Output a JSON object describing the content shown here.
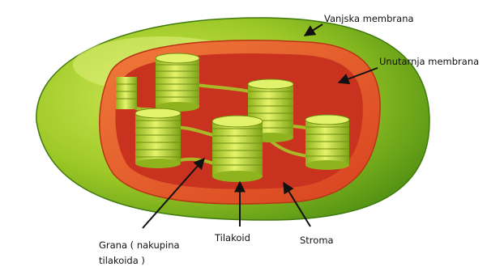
{
  "labels": {
    "outer_membrane": "Vanjska membrana",
    "inner_membrane": "Unutarnja membrana",
    "granum_line1": "Grana ( nakupina",
    "granum_line2": "tilakoida )",
    "thylakoid": "Tilakoid",
    "stroma": "Stroma"
  },
  "colors": {
    "outer_green": "#8fc31f",
    "inner_red": "#e8502a",
    "stroma_red": "#c8321e",
    "granum_green": "#c4e03a"
  }
}
